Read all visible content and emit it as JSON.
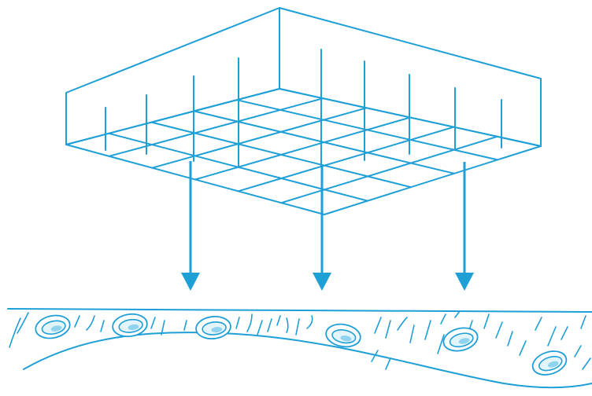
{
  "diagram": {
    "stroke_color": "#1e9fd6",
    "cell_highlight_color": "#8fd3ef",
    "cell_fill_color": "#e3f4fb",
    "background_color": "#ffffff",
    "grid": {
      "rows": 5,
      "cols": 6
    },
    "arrow_count": 3,
    "cell_count": 6
  }
}
